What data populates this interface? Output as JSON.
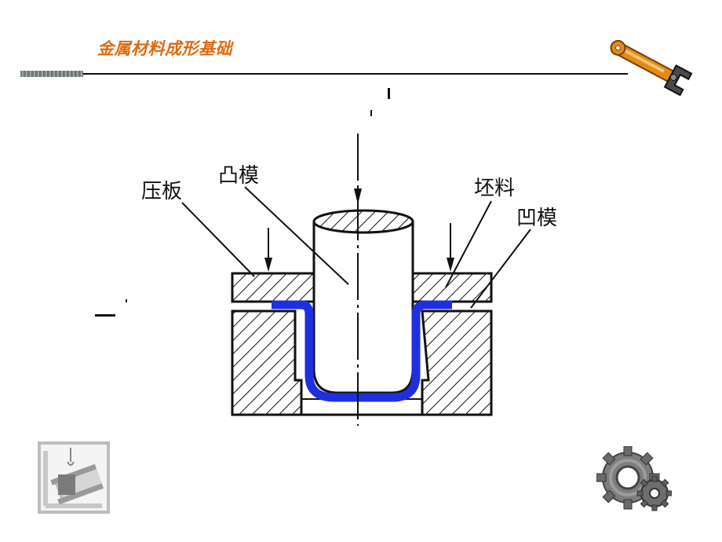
{
  "header": {
    "title": "金属材料成形基础",
    "title_color": "#e06a10"
  },
  "diagram": {
    "labels": {
      "pressure_plate": "压板",
      "punch": "凸模",
      "blank": "坯料",
      "die": "凹模"
    },
    "blank_color": "#1f2fe0"
  },
  "decorations": {
    "top_right": "wrench-icon",
    "bottom_left": "i-beam-logo-icon",
    "bottom_right": "gears-icon"
  }
}
